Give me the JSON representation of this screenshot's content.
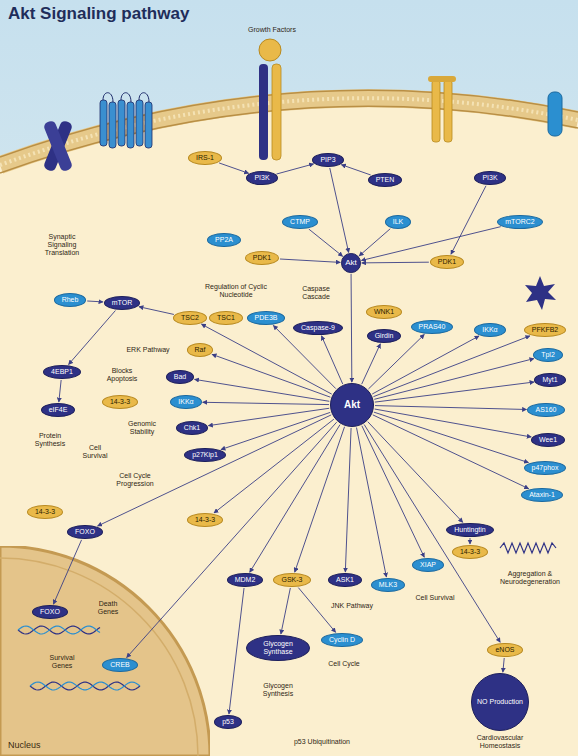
{
  "diagram": {
    "title": "Akt Signaling pathway",
    "nodes": [
      {
        "text": [
          "Nucleus"
        ]
      },
      {
        "text": [
          "IRS-1"
        ]
      },
      {
        "text": [
          "PI3K"
        ]
      },
      {
        "text": [
          "PIP3"
        ]
      },
      {
        "text": [
          "PTEN"
        ]
      },
      {
        "text": [
          "PI3K"
        ]
      },
      {
        "text": [
          "PP2A"
        ]
      },
      {
        "text": [
          "CTMP"
        ]
      },
      {
        "text": [
          "ILK"
        ]
      },
      {
        "text": [
          "mTORC2"
        ]
      },
      {
        "text": [
          "PDK1"
        ]
      },
      {
        "text": [
          "Akt"
        ]
      },
      {
        "text": [
          "PDK1"
        ]
      },
      {
        "text": [
          "Rheb"
        ]
      },
      {
        "text": [
          "mTOR"
        ]
      },
      {
        "text": [
          "TSC2"
        ]
      },
      {
        "text": [
          "TSC1"
        ]
      },
      {
        "text": [
          "PDE3B"
        ]
      },
      {
        "text": [
          "Caspase-9"
        ]
      },
      {
        "text": [
          "WNK1"
        ]
      },
      {
        "text": [
          "Girdin"
        ]
      },
      {
        "text": [
          "PRAS40"
        ]
      },
      {
        "text": [
          "IKKα"
        ]
      },
      {
        "text": [
          "PFKFB2"
        ]
      },
      {
        "text": [
          "Raf"
        ]
      },
      {
        "text": [
          "4EBP1"
        ]
      },
      {
        "text": [
          "Bad"
        ]
      },
      {
        "text": [
          "Tpl2"
        ]
      },
      {
        "text": [
          "Myt1"
        ]
      },
      {
        "text": [
          "eIF4E"
        ]
      },
      {
        "text": [
          "14-3-3"
        ]
      },
      {
        "text": [
          "IKKα"
        ]
      },
      {
        "text": [
          "Akt"
        ]
      },
      {
        "text": [
          "AS160"
        ]
      },
      {
        "text": [
          "Chk1"
        ]
      },
      {
        "text": [
          "Wee1"
        ]
      },
      {
        "text": [
          "p27Kip1"
        ]
      },
      {
        "text": [
          "p47phox"
        ]
      },
      {
        "text": [
          "Ataxin-1"
        ]
      },
      {
        "text": [
          "14-3-3"
        ]
      },
      {
        "text": [
          "14-3-3"
        ]
      },
      {
        "text": [
          "FOXO"
        ]
      },
      {
        "text": [
          "Huntingtin"
        ]
      },
      {
        "text": [
          "14-3-3"
        ]
      },
      {
        "text": [
          "XIAP"
        ]
      },
      {
        "text": [
          "GSK-3"
        ]
      },
      {
        "text": [
          "MDM2"
        ]
      },
      {
        "text": [
          "ASK1"
        ]
      },
      {
        "text": [
          "MLK3"
        ]
      },
      {
        "text": [
          "FOXO"
        ],
        "in": 0
      },
      {
        "text": [
          "CREB"
        ],
        "in": 0
      },
      {
        "text": [
          "Glycogen Synthase"
        ]
      },
      {
        "text": [
          "Cyclin D"
        ]
      },
      {
        "text": [
          "eNOS"
        ]
      },
      {
        "text": [
          "NO Production"
        ]
      },
      {
        "text": [
          "p53"
        ]
      }
    ],
    "edges": [
      {
        "from": 1,
        "to": 2,
        "arrow": "to"
      },
      {
        "from": 2,
        "to": 3,
        "arrow": "to"
      },
      {
        "from": 4,
        "to": 3,
        "arrow": "to"
      },
      {
        "from": 3,
        "to": 11,
        "arrow": "to"
      },
      {
        "from": 7,
        "to": 11,
        "arrow": "to"
      },
      {
        "from": 8,
        "to": 11,
        "arrow": "to"
      },
      {
        "from": 9,
        "to": 11,
        "arrow": "to"
      },
      {
        "from": 10,
        "to": 11,
        "arrow": "to"
      },
      {
        "from": 12,
        "to": 11,
        "arrow": "to"
      },
      {
        "from": 5,
        "to": 12,
        "arrow": "to"
      },
      {
        "from": 11,
        "to": 32,
        "arrow": "to"
      },
      {
        "from": 13,
        "to": 14,
        "arrow": "to"
      },
      {
        "from": 15,
        "to": 14,
        "arrow": "to"
      },
      {
        "from": 14,
        "to": 25,
        "arrow": "to"
      },
      {
        "from": 25,
        "to": 29,
        "arrow": "to"
      },
      {
        "from": 32,
        "to": 15,
        "arrow": "to"
      },
      {
        "from": 32,
        "to": 17,
        "arrow": "to"
      },
      {
        "from": 32,
        "to": 18,
        "arrow": "to"
      },
      {
        "from": 32,
        "to": 20,
        "arrow": "to"
      },
      {
        "from": 32,
        "to": 21,
        "arrow": "to"
      },
      {
        "from": 32,
        "to": 22,
        "arrow": "to"
      },
      {
        "from": 32,
        "to": 23,
        "arrow": "to"
      },
      {
        "from": 32,
        "to": 24,
        "arrow": "to"
      },
      {
        "from": 32,
        "to": 26,
        "arrow": "to"
      },
      {
        "from": 32,
        "to": 27,
        "arrow": "to"
      },
      {
        "from": 32,
        "to": 28,
        "arrow": "to"
      },
      {
        "from": 32,
        "to": 31,
        "arrow": "to"
      },
      {
        "from": 32,
        "to": 33,
        "arrow": "to"
      },
      {
        "from": 32,
        "to": 34,
        "arrow": "to"
      },
      {
        "from": 32,
        "to": 35,
        "arrow": "to"
      },
      {
        "from": 32,
        "to": 36,
        "arrow": "to"
      },
      {
        "from": 32,
        "to": 37,
        "arrow": "to"
      },
      {
        "from": 32,
        "to": 38,
        "arrow": "to"
      },
      {
        "from": 32,
        "to": 39,
        "arrow": "to"
      },
      {
        "from": 32,
        "to": 41,
        "arrow": "to"
      },
      {
        "from": 32,
        "to": 42,
        "arrow": "to"
      },
      {
        "from": 32,
        "to": 44,
        "arrow": "to"
      },
      {
        "from": 32,
        "to": 45,
        "arrow": "to"
      },
      {
        "from": 32,
        "to": 46,
        "arrow": "to"
      },
      {
        "from": 32,
        "to": 47,
        "arrow": "to"
      },
      {
        "from": 32,
        "to": 48,
        "arrow": "to"
      },
      {
        "from": 32,
        "to": 50,
        "arrow": "to"
      },
      {
        "from": 32,
        "to": 53,
        "arrow": "to"
      },
      {
        "from": 41,
        "to": 49,
        "arrow": "to"
      },
      {
        "from": 42,
        "to": 43,
        "arrow": "to"
      },
      {
        "from": 45,
        "to": 51,
        "arrow": "to"
      },
      {
        "from": 45,
        "to": 52,
        "arrow": "to"
      },
      {
        "from": 46,
        "to": 55,
        "arrow": "to"
      },
      {
        "from": 53,
        "to": 54,
        "arrow": "to"
      }
    ],
    "labels": [
      "Growth Factors",
      "Synaptic Signaling Translation",
      "Regulation of Cyclic Nucleotide",
      "Caspase Cascade",
      "ERK Pathway",
      "Blocks Apoptosis",
      "Protein Synthesis",
      "Cell Survival",
      "Genomic Stability",
      "Cell Cycle Progression",
      "Death Genes",
      "Survival Genes",
      "JNK Pathway",
      "Cell Survival",
      "Glycogen Synthesis",
      "Cell Cycle",
      "Aggregation & Neurodegeneration",
      "Cardiovascular Homeostasis",
      "p53 Ubiquitination"
    ]
  }
}
